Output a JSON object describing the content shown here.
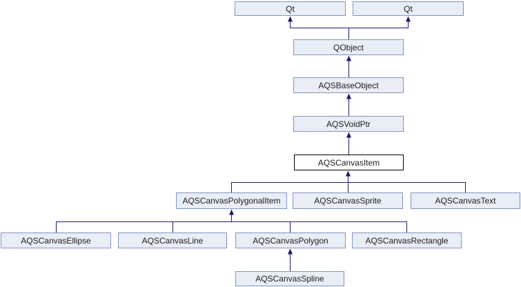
{
  "diagram": {
    "selected_node": "AQSCanvasItem",
    "colors": {
      "node_fill": "#e8edf6",
      "node_border": "#8094c0",
      "selected_fill": "#ffffff",
      "selected_border": "#000000",
      "edge": "#191970",
      "background": "#ffffff",
      "text": "#1b1b1b"
    },
    "nodes": [
      {
        "id": "qt-left",
        "label": "Qt"
      },
      {
        "id": "qt-right",
        "label": "Qt"
      },
      {
        "id": "qobject",
        "label": "QObject"
      },
      {
        "id": "aqsbaseobject",
        "label": "AQSBaseObject"
      },
      {
        "id": "aqsvoidptr",
        "label": "AQSVoidPtr"
      },
      {
        "id": "aqscanvasitem",
        "label": "AQSCanvasItem",
        "selected": true
      },
      {
        "id": "aqscanvaspolygonalitem",
        "label": "AQSCanvasPolygonalItem"
      },
      {
        "id": "aqscanvassprite",
        "label": "AQSCanvasSprite"
      },
      {
        "id": "aqscanvastext",
        "label": "AQSCanvasText"
      },
      {
        "id": "aqscanvasellipse",
        "label": "AQSCanvasEllipse"
      },
      {
        "id": "aqscanvasline",
        "label": "AQSCanvasLine"
      },
      {
        "id": "aqscanvaspolygon",
        "label": "AQSCanvasPolygon"
      },
      {
        "id": "aqscanvasrectangle",
        "label": "AQSCanvasRectangle"
      },
      {
        "id": "aqscanvasspline",
        "label": "AQSCanvasSpline"
      }
    ],
    "edges": [
      {
        "derived": "QObject",
        "base": "Qt (left)"
      },
      {
        "derived": "QObject",
        "base": "Qt (right)"
      },
      {
        "derived": "AQSBaseObject",
        "base": "QObject"
      },
      {
        "derived": "AQSVoidPtr",
        "base": "AQSBaseObject"
      },
      {
        "derived": "AQSCanvasItem",
        "base": "AQSVoidPtr"
      },
      {
        "derived": "AQSCanvasPolygonalItem",
        "base": "AQSCanvasItem"
      },
      {
        "derived": "AQSCanvasSprite",
        "base": "AQSCanvasItem"
      },
      {
        "derived": "AQSCanvasText",
        "base": "AQSCanvasItem"
      },
      {
        "derived": "AQSCanvasEllipse",
        "base": "AQSCanvasPolygonalItem"
      },
      {
        "derived": "AQSCanvasLine",
        "base": "AQSCanvasPolygonalItem"
      },
      {
        "derived": "AQSCanvasPolygon",
        "base": "AQSCanvasPolygonalItem"
      },
      {
        "derived": "AQSCanvasRectangle",
        "base": "AQSCanvasPolygonalItem"
      },
      {
        "derived": "AQSCanvasSpline",
        "base": "AQSCanvasPolygon"
      }
    ]
  }
}
